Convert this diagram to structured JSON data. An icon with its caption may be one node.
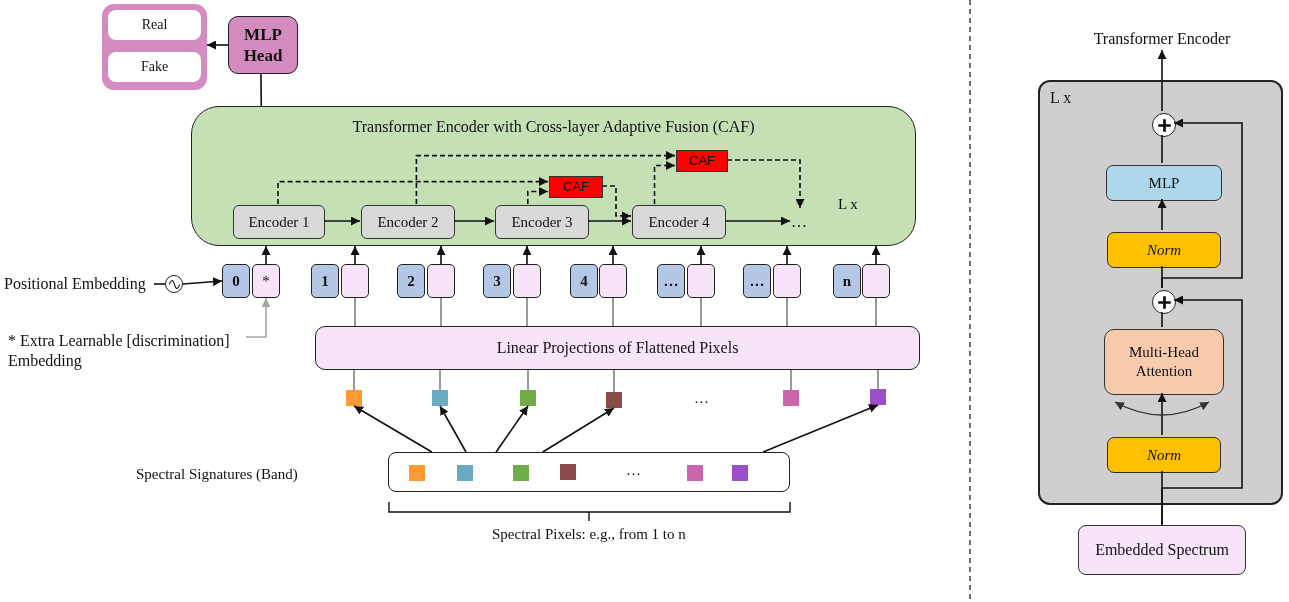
{
  "diagram": {
    "nodes": [
      {
        "text": [],
        "shape": "box"
      },
      {
        "text": [
          "Real"
        ],
        "in": 0
      },
      {
        "text": [
          "Fake"
        ],
        "in": 0
      },
      {
        "text": [
          "MLP Head"
        ]
      },
      {
        "text": [
          "Transformer Encoder with Cross-layer Adaptive Fusion (CAF)"
        ]
      },
      {
        "text": [
          "Encoder 1"
        ],
        "in": 4
      },
      {
        "text": [
          "Encoder 2"
        ],
        "in": 4
      },
      {
        "text": [
          "Encoder 3"
        ],
        "in": 4
      },
      {
        "text": [
          "Encoder 4"
        ],
        "in": 4
      },
      {
        "text": [
          "CAF"
        ],
        "in": 4
      },
      {
        "text": [
          "CAF"
        ],
        "in": 4
      },
      {
        "text": [
          "…"
        ],
        "in": 4
      },
      {
        "text": [
          "Positional Embedding"
        ]
      },
      {
        "text": [],
        "shape": "circle"
      },
      {
        "text": [
          "0"
        ]
      },
      {
        "text": [
          "*"
        ]
      },
      {
        "text": [
          "1"
        ]
      },
      {
        "text": [],
        "shape": "box"
      },
      {
        "text": [
          "2"
        ]
      },
      {
        "text": [],
        "shape": "box"
      },
      {
        "text": [
          "3"
        ]
      },
      {
        "text": [],
        "shape": "box"
      },
      {
        "text": [
          "4"
        ]
      },
      {
        "text": [],
        "shape": "box"
      },
      {
        "text": [
          "…"
        ]
      },
      {
        "text": [],
        "shape": "box"
      },
      {
        "text": [
          "…"
        ]
      },
      {
        "text": [],
        "shape": "box"
      },
      {
        "text": [
          "n"
        ]
      },
      {
        "text": [],
        "shape": "box"
      },
      {
        "text": [
          "* Extra Learnable [discrimination] Embedding"
        ]
      },
      {
        "text": [
          "Linear Projections of Flattened Pixels"
        ]
      },
      {
        "text": [],
        "shape": "box"
      },
      {
        "text": [],
        "shape": "box"
      },
      {
        "text": [],
        "shape": "box"
      },
      {
        "text": [],
        "shape": "box"
      },
      {
        "text": [],
        "shape": "box"
      },
      {
        "text": [],
        "shape": "box"
      },
      {
        "text": [],
        "shape": "box"
      },
      {
        "text": [],
        "shape": "box",
        "in": 38
      },
      {
        "text": [],
        "shape": "box",
        "in": 38
      },
      {
        "text": [],
        "shape": "box",
        "in": 38
      },
      {
        "text": [],
        "shape": "box",
        "in": 38
      },
      {
        "text": [],
        "shape": "box",
        "in": 38
      },
      {
        "text": [],
        "shape": "box",
        "in": 38
      },
      {
        "text": [
          "Transformer Encoder"
        ]
      },
      {
        "text": [
          "L x"
        ]
      },
      {
        "text": [],
        "shape": "circle",
        "in": 46
      },
      {
        "text": [
          "MLP"
        ],
        "in": 46
      },
      {
        "text": [
          "Norm"
        ],
        "in": 46
      },
      {
        "text": [],
        "shape": "circle",
        "in": 46
      },
      {
        "text": [
          "Multi-Head Attention"
        ],
        "in": 46
      },
      {
        "text": [
          "Norm"
        ],
        "in": 46
      },
      {
        "text": [
          "Embedded Spectrum"
        ]
      }
    ],
    "edges": [
      {
        "from": 3,
        "to": 0,
        "arrow": "to"
      },
      {
        "from": 4,
        "to": 3,
        "arrow": "none"
      },
      {
        "from": 5,
        "to": 6,
        "arrow": "to"
      },
      {
        "from": 6,
        "to": 7,
        "arrow": "to"
      },
      {
        "from": 7,
        "to": 8,
        "arrow": "to"
      },
      {
        "from": 8,
        "to": 11,
        "arrow": "to"
      },
      {
        "from": 5,
        "to": 9,
        "arrow": "to",
        "style": "dashed"
      },
      {
        "from": 7,
        "to": 9,
        "arrow": "to",
        "style": "dashed"
      },
      {
        "from": 9,
        "to": 8,
        "arrow": "to",
        "style": "dashed"
      },
      {
        "from": 6,
        "to": 10,
        "arrow": "to",
        "style": "dashed"
      },
      {
        "from": 8,
        "to": 10,
        "arrow": "to",
        "style": "dashed"
      },
      {
        "from": 10,
        "to": 11,
        "arrow": "to",
        "style": "dashed"
      },
      {
        "from": 15,
        "to": 4,
        "arrow": "to"
      },
      {
        "from": 17,
        "to": 4,
        "arrow": "to"
      },
      {
        "from": 19,
        "to": 4,
        "arrow": "to"
      },
      {
        "from": 21,
        "to": 4,
        "arrow": "to"
      },
      {
        "from": 23,
        "to": 4,
        "arrow": "to"
      },
      {
        "from": 25,
        "to": 4,
        "arrow": "to"
      },
      {
        "from": 27,
        "to": 4,
        "arrow": "to"
      },
      {
        "from": 29,
        "to": 4,
        "arrow": "to"
      },
      {
        "from": 12,
        "to": 13,
        "arrow": "none"
      },
      {
        "from": 13,
        "to": 14,
        "arrow": "to"
      },
      {
        "from": 30,
        "to": 15,
        "arrow": "to",
        "color": "#a6a6a6"
      },
      {
        "from": 32,
        "to": 31,
        "arrow": "none",
        "color": "#7f7f7f"
      },
      {
        "from": 33,
        "to": 31,
        "arrow": "none",
        "color": "#7f7f7f"
      },
      {
        "from": 34,
        "to": 31,
        "arrow": "none",
        "color": "#7f7f7f"
      },
      {
        "from": 35,
        "to": 31,
        "arrow": "none",
        "color": "#7f7f7f"
      },
      {
        "from": 36,
        "to": 31,
        "arrow": "none",
        "color": "#7f7f7f"
      },
      {
        "from": 37,
        "to": 31,
        "arrow": "none",
        "color": "#7f7f7f"
      },
      {
        "from": 31,
        "to": 17,
        "arrow": "none",
        "color": "#7f7f7f"
      },
      {
        "from": 31,
        "to": 19,
        "arrow": "none",
        "color": "#7f7f7f"
      },
      {
        "from": 31,
        "to": 21,
        "arrow": "none",
        "color": "#7f7f7f"
      },
      {
        "from": 31,
        "to": 23,
        "arrow": "none",
        "color": "#7f7f7f"
      },
      {
        "from": 31,
        "to": 25,
        "arrow": "none",
        "color": "#7f7f7f"
      },
      {
        "from": 31,
        "to": 27,
        "arrow": "none",
        "color": "#7f7f7f"
      },
      {
        "from": 31,
        "to": 29,
        "arrow": "none",
        "color": "#7f7f7f"
      },
      {
        "from": 38,
        "to": 32,
        "arrow": "to"
      },
      {
        "from": 38,
        "to": 33,
        "arrow": "to"
      },
      {
        "from": 38,
        "to": 34,
        "arrow": "to"
      },
      {
        "from": 38,
        "to": 35,
        "arrow": "to"
      },
      {
        "from": 38,
        "to": 37,
        "arrow": "to"
      },
      {
        "from": 53,
        "to": 52,
        "arrow": "none"
      },
      {
        "from": 52,
        "to": 51,
        "arrow": "to"
      },
      {
        "from": 51,
        "to": 50,
        "arrow": "none"
      },
      {
        "from": 50,
        "to": 49,
        "arrow": "none"
      },
      {
        "from": 49,
        "to": 48,
        "arrow": "to"
      },
      {
        "from": 48,
        "to": 47,
        "arrow": "none"
      },
      {
        "from": 47,
        "to": 45,
        "arrow": "to"
      },
      {
        "from": 53,
        "to": 50,
        "arrow": "to"
      },
      {
        "from": 50,
        "to": 47,
        "arrow": "to"
      }
    ],
    "labels": [
      "L x",
      "…",
      "Spectral Signatures (Band)",
      "…",
      "Spectral Pixels: e.g., from 1 to n"
    ]
  }
}
